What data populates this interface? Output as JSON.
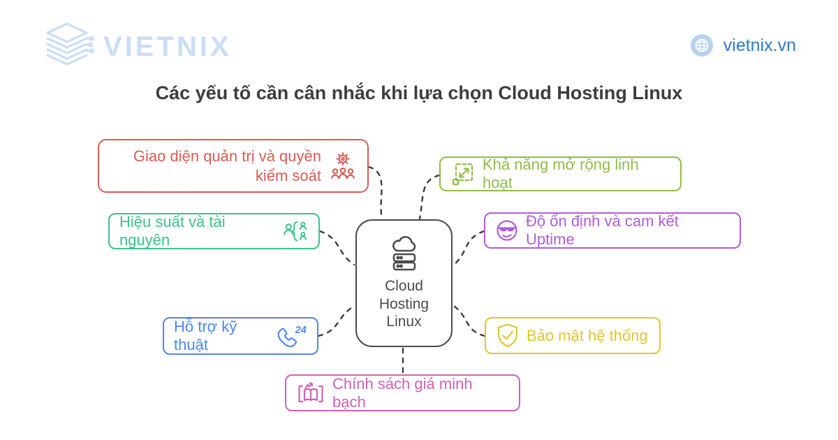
{
  "header": {
    "brand": "VIETNIX",
    "brand_logo_icon": "layers-stack-icon",
    "website": "vietnix.vn",
    "website_icon": "globe-icon",
    "brand_color": "#cbddf6",
    "website_color": "#2e7bc8"
  },
  "title": "Các yếu tố cần cân nhắc khi lựa chọn Cloud Hosting Linux",
  "center": {
    "label": "Cloud Hosting Linux",
    "icon": "cloud-server-icon",
    "color": "#4b4b4b"
  },
  "factors": [
    {
      "label": "Giao diện quản trị và quyền kiểm soát",
      "icon": "users-gear-icon",
      "color": "#db5b53",
      "position": "top-left"
    },
    {
      "label": "Hiệu suất và tài nguyên",
      "icon": "resources-icon",
      "color": "#3bc389",
      "position": "middle-left"
    },
    {
      "label": "Hỗ trợ kỹ thuật",
      "icon": "phone-24-icon",
      "color": "#4c87f0",
      "position": "bottom-left"
    },
    {
      "label": "Khả năng mở rộng linh hoạt",
      "icon": "expand-icon",
      "color": "#90be47",
      "position": "top-right"
    },
    {
      "label": "Độ ổn định và cam kết Uptime",
      "icon": "cool-face-icon",
      "color": "#b25be0",
      "position": "middle-right"
    },
    {
      "label": "Bảo mật hệ thống",
      "icon": "shield-check-icon",
      "color": "#ddc72e",
      "position": "bottom-right"
    },
    {
      "label": "Chính sách giá minh bạch",
      "icon": "open-book-icon",
      "color": "#d062b2",
      "position": "bottom-center"
    }
  ],
  "connector_color": "#3b3b3b",
  "title_color": "#3d3d3d"
}
